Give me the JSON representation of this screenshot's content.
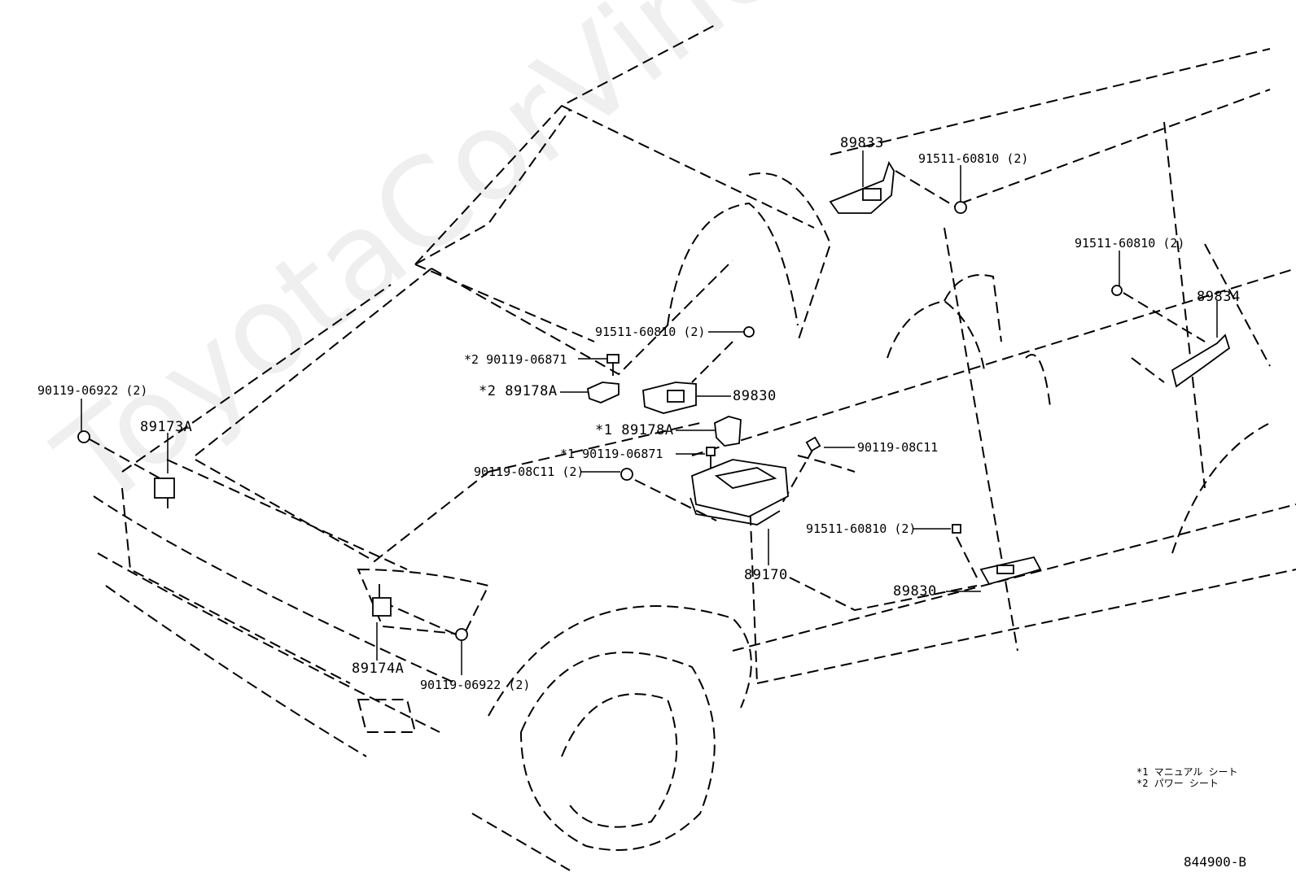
{
  "diagram": {
    "watermark_text": "ToyotaCorVine.ru",
    "code": "844900-B",
    "legend": [
      {
        "mark": "*1",
        "text": "マニュアル シート"
      },
      {
        "mark": "*2",
        "text": "パワー シート"
      }
    ],
    "labels": {
      "l_89833": "89833",
      "l_91511_top": "91511-60810 (2)",
      "l_91511_right": "91511-60810 (2)",
      "l_89834": "89834",
      "l_91511_mid": "91511-60810 (2)",
      "l_90119_06871_2": "*2 90119-06871",
      "l_89178a_2": "*2 89178A",
      "l_89830_top": "89830",
      "l_89178a_1": "*1 89178A",
      "l_90119_06871_1": "*1 90119-06871",
      "l_90119_08c11_right": "90119-08C11",
      "l_90119_08c11_left": "90119-08C11 (2)",
      "l_90119_06922_left": "90119-06922 (2)",
      "l_89173a": "89173A",
      "l_91511_lower": "91511-60810 (2)",
      "l_89170": "89170",
      "l_89830_low": "89830",
      "l_89174a": "89174A",
      "l_90119_06922_bottom": "90119-06922 (2)"
    }
  }
}
